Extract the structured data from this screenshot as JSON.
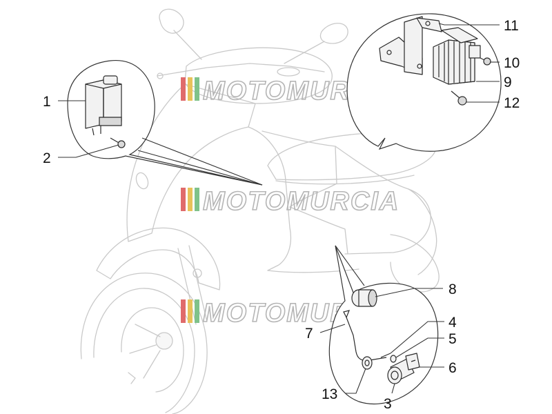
{
  "watermark": {
    "text": "MOTOMURCIA",
    "stripe_colors": [
      "#e06b6b",
      "#e8c25a",
      "#7fc28a"
    ]
  },
  "callouts": [
    {
      "id": "1",
      "label": "1"
    },
    {
      "id": "2",
      "label": "2"
    },
    {
      "id": "3",
      "label": "3"
    },
    {
      "id": "4",
      "label": "4"
    },
    {
      "id": "5",
      "label": "5"
    },
    {
      "id": "6",
      "label": "6"
    },
    {
      "id": "7",
      "label": "7"
    },
    {
      "id": "8",
      "label": "8"
    },
    {
      "id": "9",
      "label": "9"
    },
    {
      "id": "10",
      "label": "10"
    },
    {
      "id": "11",
      "label": "11"
    },
    {
      "id": "12",
      "label": "12"
    },
    {
      "id": "13",
      "label": "13"
    }
  ]
}
